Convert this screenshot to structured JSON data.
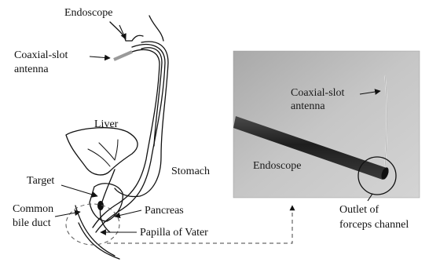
{
  "figure": {
    "labels": {
      "endoscope_top": "Endoscope",
      "coaxial_slot_line1": "Coaxial-slot",
      "coaxial_slot_line2": "antenna",
      "liver": "Liver",
      "stomach": "Stomach",
      "target": "Target",
      "common_line1": "Common",
      "common_line2": "bile duct",
      "pancreas": "Pancreas",
      "papilla": "Papilla of Vater"
    },
    "photo": {
      "coaxial_line1": "Coaxial-slot",
      "coaxial_line2": "antenna",
      "endoscope": "Endoscope",
      "outlet_line1": "Outlet of",
      "outlet_line2": "forceps channel"
    },
    "colors": {
      "ink": "#111111",
      "photo_bg": "#bdbdbd",
      "scope_body": "#2b2b2b",
      "antenna_tip": "#9a9a9a"
    }
  }
}
